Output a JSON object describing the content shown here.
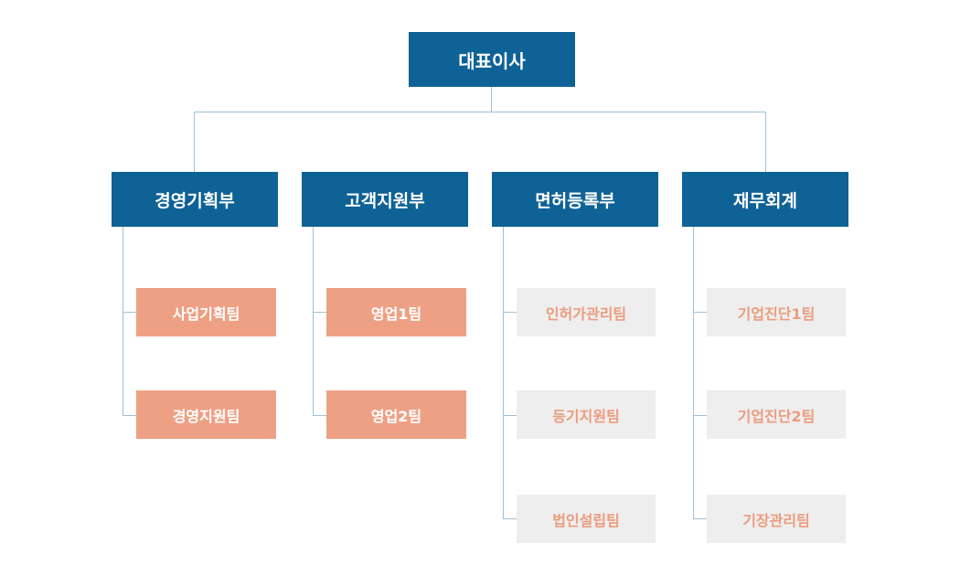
{
  "ceo": {
    "label": "대표이사"
  },
  "departments": [
    {
      "label": "경영기획부",
      "teams": [
        "사업기획팀",
        "경영지원팀"
      ]
    },
    {
      "label": "고객지원부",
      "teams": [
        "영업1팀",
        "영업2팀"
      ]
    },
    {
      "label": "면허등록부",
      "teams": [
        "인허가관리팀",
        "등기지원팀",
        "법인설립팀"
      ]
    },
    {
      "label": "재무회계",
      "teams": [
        "기업진단1팀",
        "기업진단2팀",
        "기장관리팀"
      ]
    }
  ],
  "colors": {
    "primary": "#0f6296",
    "connector": "#9fc1d6",
    "team_highlight": "#eea085",
    "team_muted_bg": "#eeeeee",
    "team_muted_text": "#ec9c7e"
  }
}
